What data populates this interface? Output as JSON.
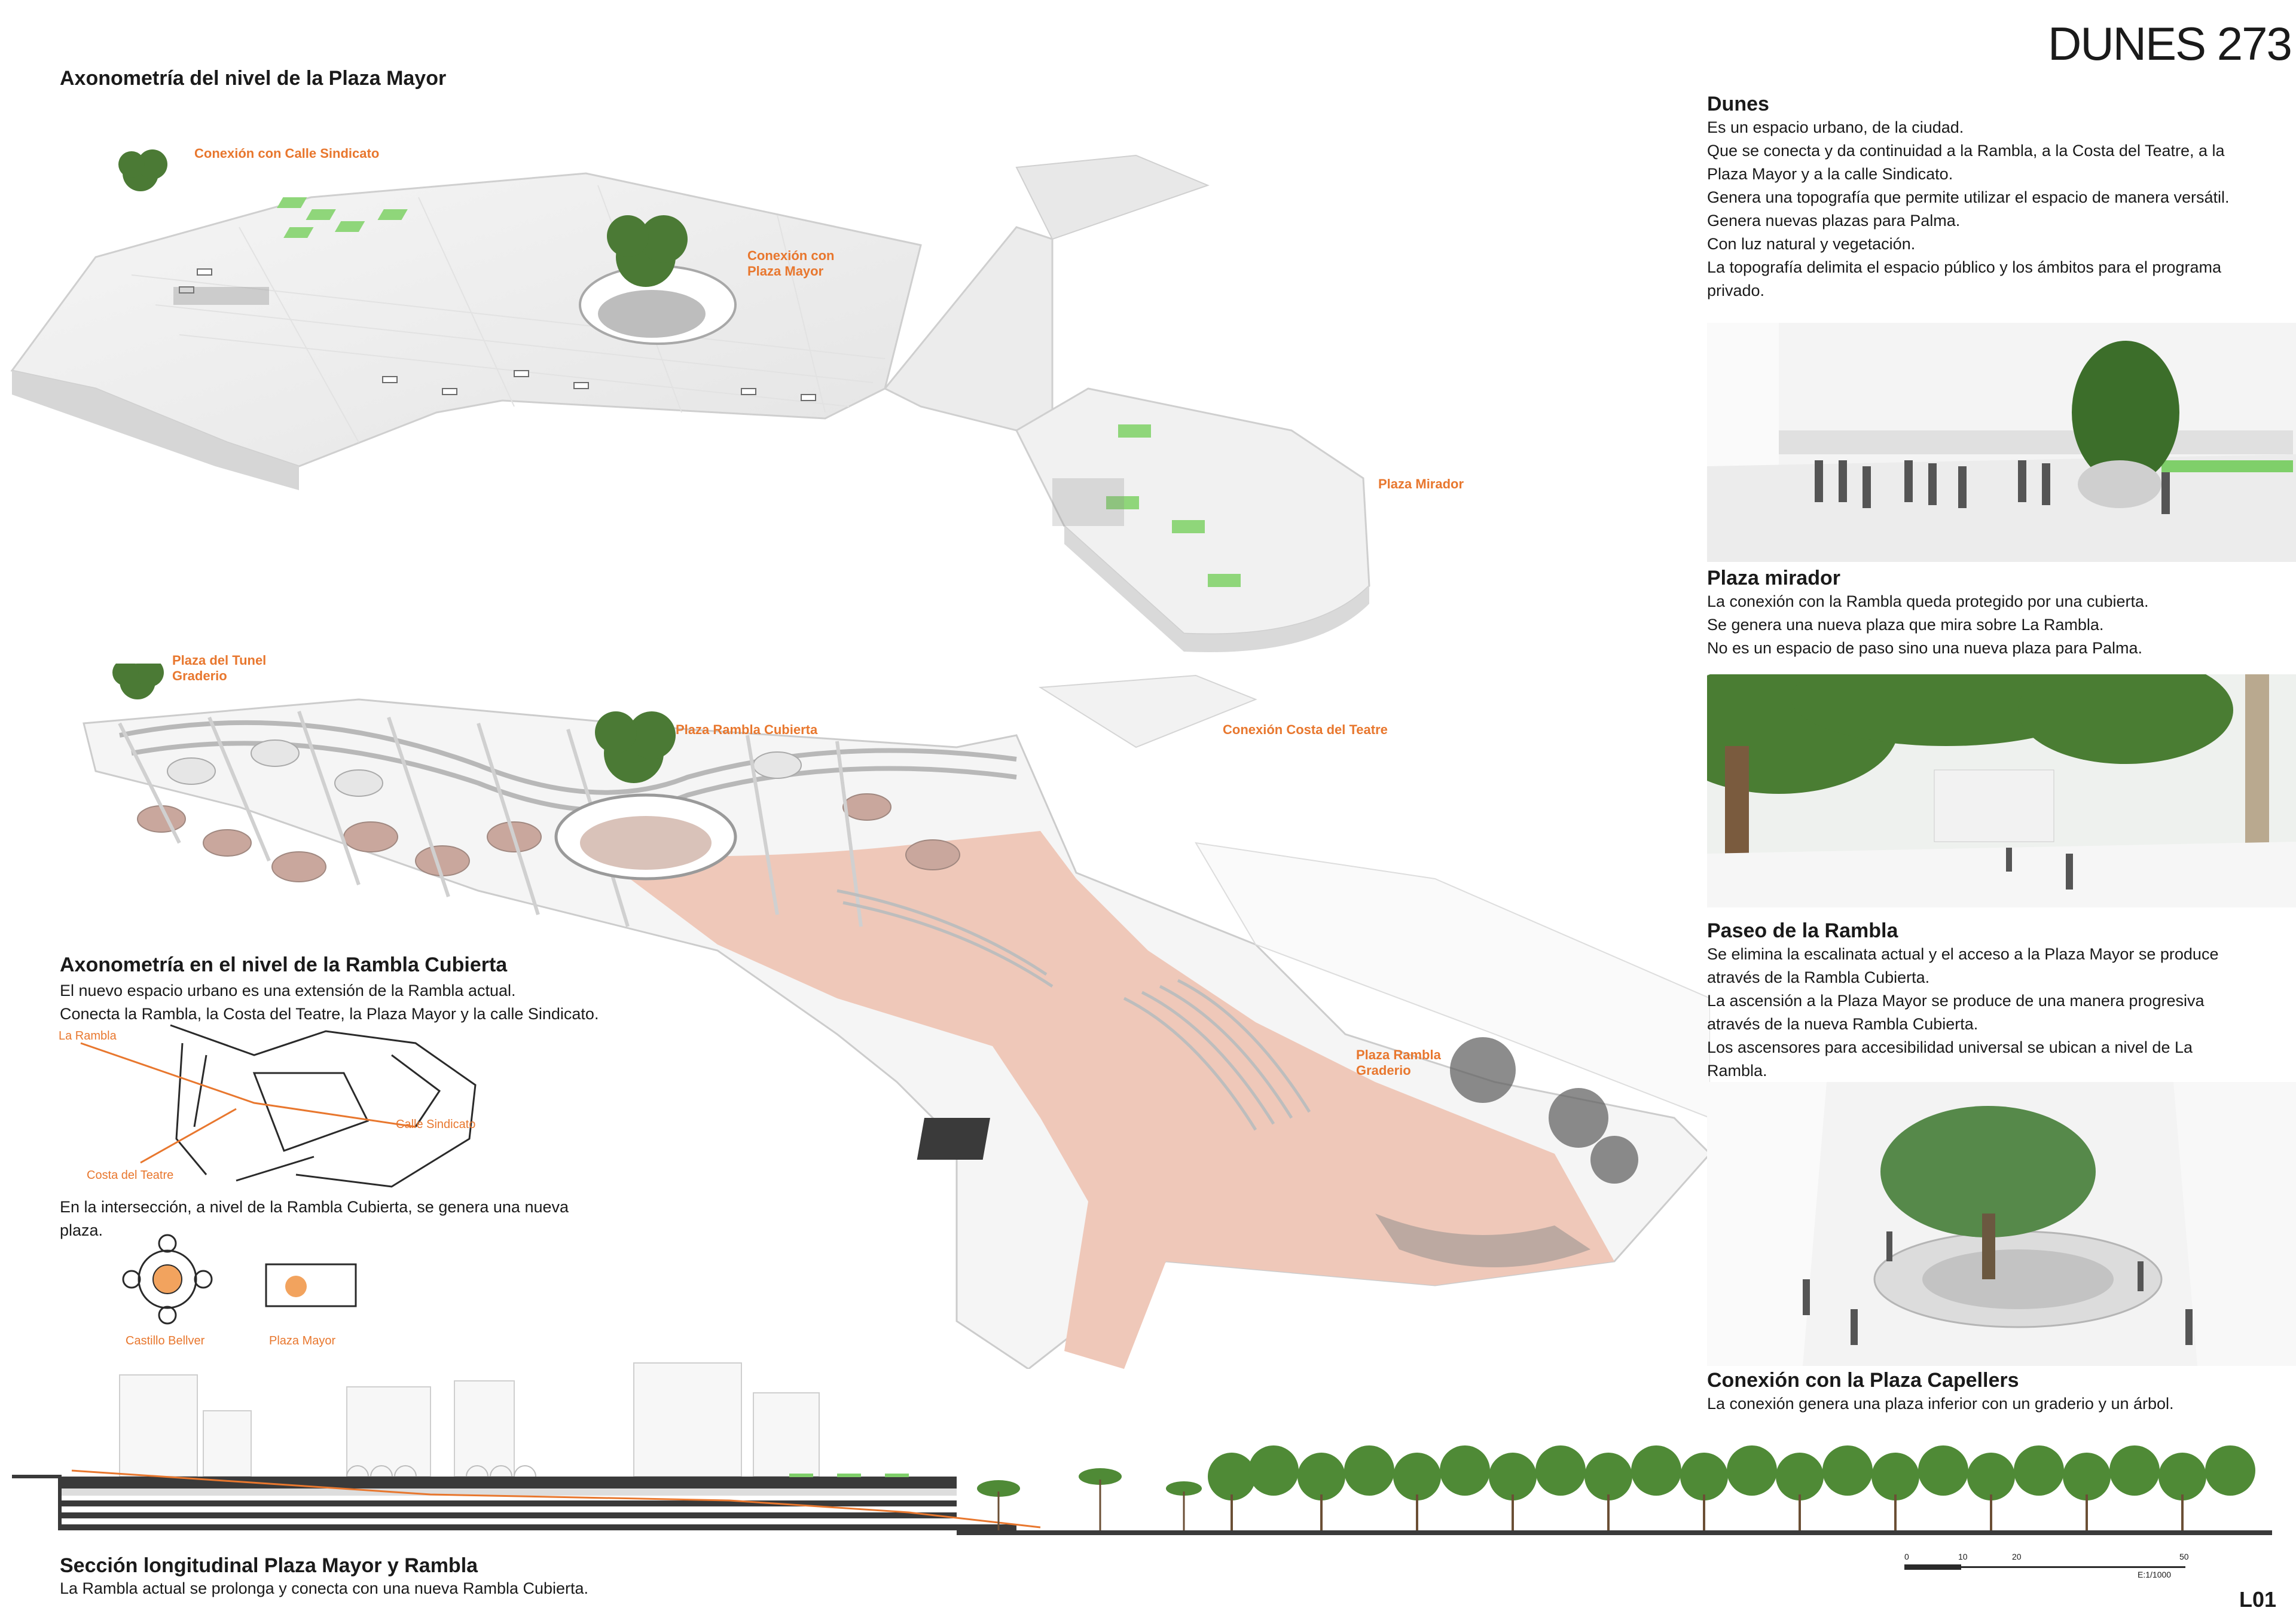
{
  "project_title": "DUNES 273",
  "sheet_number": "L01",
  "axo_plaza": {
    "title": "Axonometría del nivel de la Plaza Mayor",
    "labels": [
      "Conexión con Calle Sindicato",
      "Conexión con Plaza Mayor",
      "Plaza Mirador"
    ]
  },
  "axo_rambla": {
    "labels": [
      "Plaza del Tunel Graderio",
      "Plaza  Rambla Cubierta",
      "Conexión Costa del Teatre",
      "Plaza Rambla Graderio"
    ]
  },
  "rambla_text": {
    "title": "Axonometría en el nivel de la Rambla Cubierta",
    "lines": [
      "El nuevo espacio urbano es una extensión de la Rambla actual.",
      "Conecta la Rambla, la Costa del Teatre, la Plaza Mayor y la calle Sindicato."
    ]
  },
  "map_diagram": {
    "labels": [
      "La Rambla",
      "Calle Sindicato",
      "Costa del Teatre"
    ]
  },
  "intersection_text": {
    "lines": [
      "En la intersección, a nivel de la Rambla Cubierta, se genera una nueva",
      "plaza."
    ]
  },
  "plan_icons": {
    "labels": [
      "Castillo Bellver",
      "Plaza Mayor"
    ]
  },
  "section": {
    "title": "Sección longitudinal Plaza Mayor y Rambla",
    "subtitle": "La Rambla actual se prolonga y conecta con una nueva Rambla Cubierta.",
    "scale_ticks": [
      "0",
      "10",
      "20",
      "50"
    ],
    "scale_text": "E:1/1000"
  },
  "right_column": {
    "dunes": {
      "title": "Dunes",
      "lines": [
        "Es un espacio urbano, de la ciudad.",
        "Que se conecta y da continuidad a la Rambla, a la Costa del Teatre, a la",
        "Plaza Mayor y a la calle Sindicato.",
        "Genera una topografía que permite utilizar el espacio de manera versátil.",
        "Genera nuevas plazas para Palma.",
        "Con luz natural y vegetación.",
        "La topografía delimita el espacio público y los ámbitos para el programa",
        "privado."
      ]
    },
    "mirador": {
      "title": "Plaza mirador",
      "lines": [
        "La conexión con la Rambla queda protegido por una cubierta.",
        "Se genera una nueva plaza que mira sobre La Rambla.",
        "No es un espacio de paso sino una nueva plaza para Palma."
      ]
    },
    "paseo": {
      "title": "Paseo de la Rambla",
      "lines": [
        "Se elimina la escalinata actual y el acceso a la Plaza Mayor se produce",
        "através de la Rambla Cubierta.",
        "La ascensión a la Plaza Mayor se produce de una manera progresiva",
        "através de la nueva Rambla Cubierta.",
        "Los ascensores para accesibilidad universal  se ubican a nivel de La",
        "Rambla."
      ]
    },
    "capellers": {
      "title": "Conexión con la Plaza Capellers",
      "lines": [
        "La conexión genera una plaza inferior  con un graderio y un árbol."
      ]
    }
  },
  "colors": {
    "accent": "#e8772e",
    "pink": "#efc7b8",
    "green": "#7fcf6a",
    "tree": "#3f6e2c"
  }
}
